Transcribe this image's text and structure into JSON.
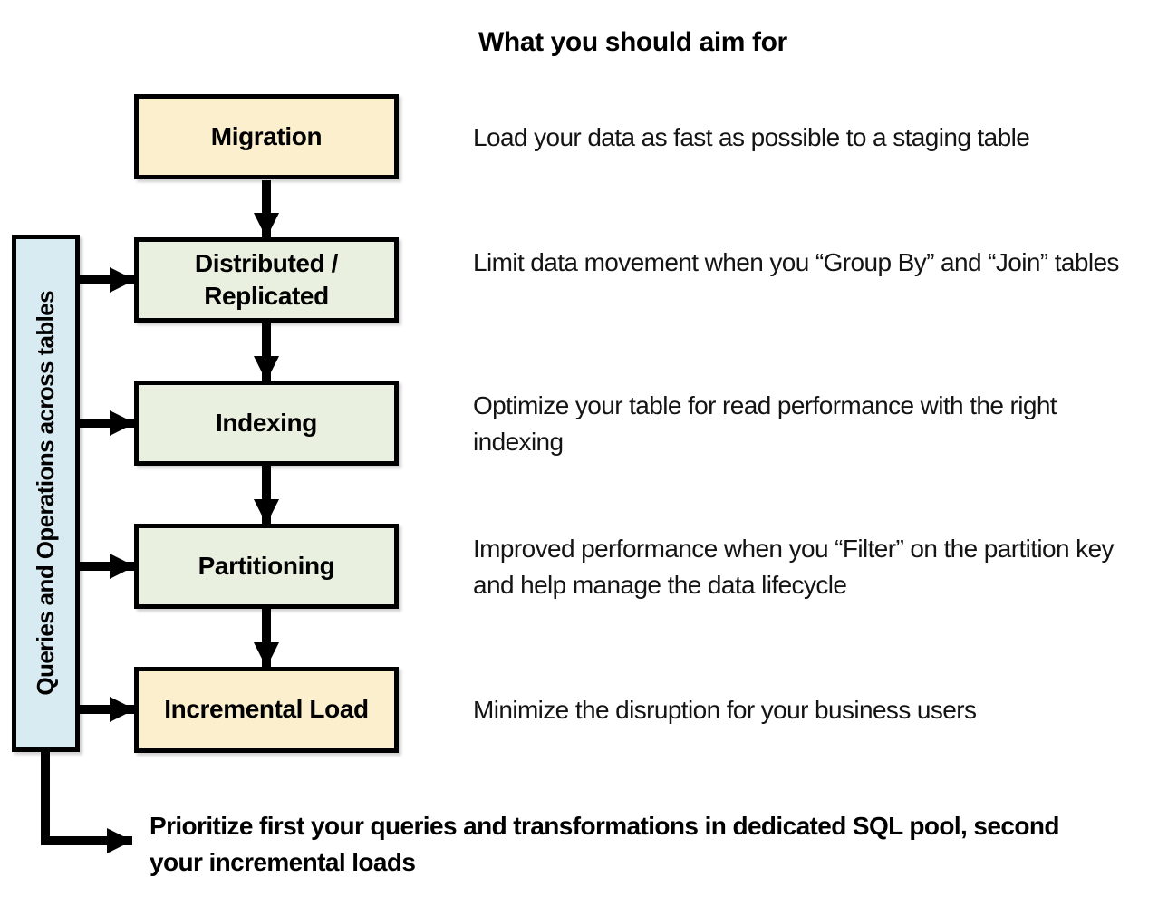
{
  "header": {
    "title": "What you should aim for"
  },
  "side_box": {
    "label": "Queries and Operations across tables"
  },
  "steps": [
    {
      "label": "Migration",
      "description": "Load your data as fast as possible to a staging table"
    },
    {
      "label": "Distributed / Replicated",
      "description": "Limit data movement when you “Group By” and “Join” tables"
    },
    {
      "label": "Indexing",
      "description": "Optimize your table for read performance with the right indexing"
    },
    {
      "label": "Partitioning",
      "description": "Improved performance when you “Filter” on the partition key and help manage the data lifecycle"
    },
    {
      "label": "Incremental Load",
      "description": "Minimize the disruption for your business users"
    }
  ],
  "footer": {
    "note": "Prioritize first your queries and transformations in dedicated SQL pool, second your incremental loads"
  },
  "colors": {
    "milestone_fill": "#FBEFCE",
    "table_step_fill": "#E9F0DF",
    "side_box_fill": "#D8EAF2",
    "line": "#000000"
  }
}
